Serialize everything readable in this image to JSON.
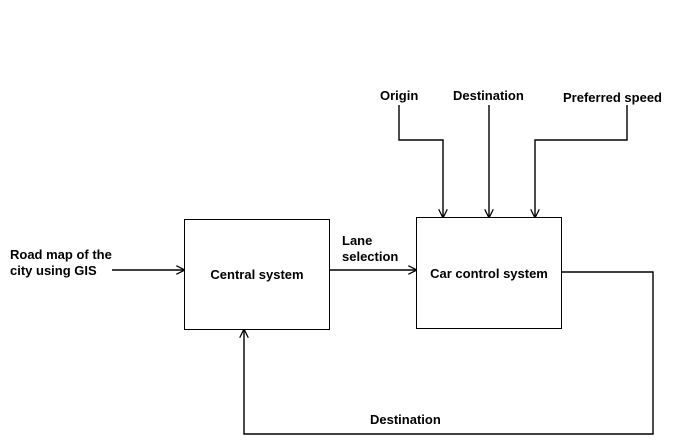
{
  "diagram": {
    "blocks": {
      "central_system": "Central system",
      "car_control_system": "Car control system"
    },
    "inputs": {
      "origin": "Origin",
      "destination": "Destination",
      "preferred_speed": "Preferred speed",
      "road_map": "Road map of the city using GIS"
    },
    "connections": {
      "lane_selection": "Lane selection",
      "feedback_destination": "Destination"
    }
  }
}
